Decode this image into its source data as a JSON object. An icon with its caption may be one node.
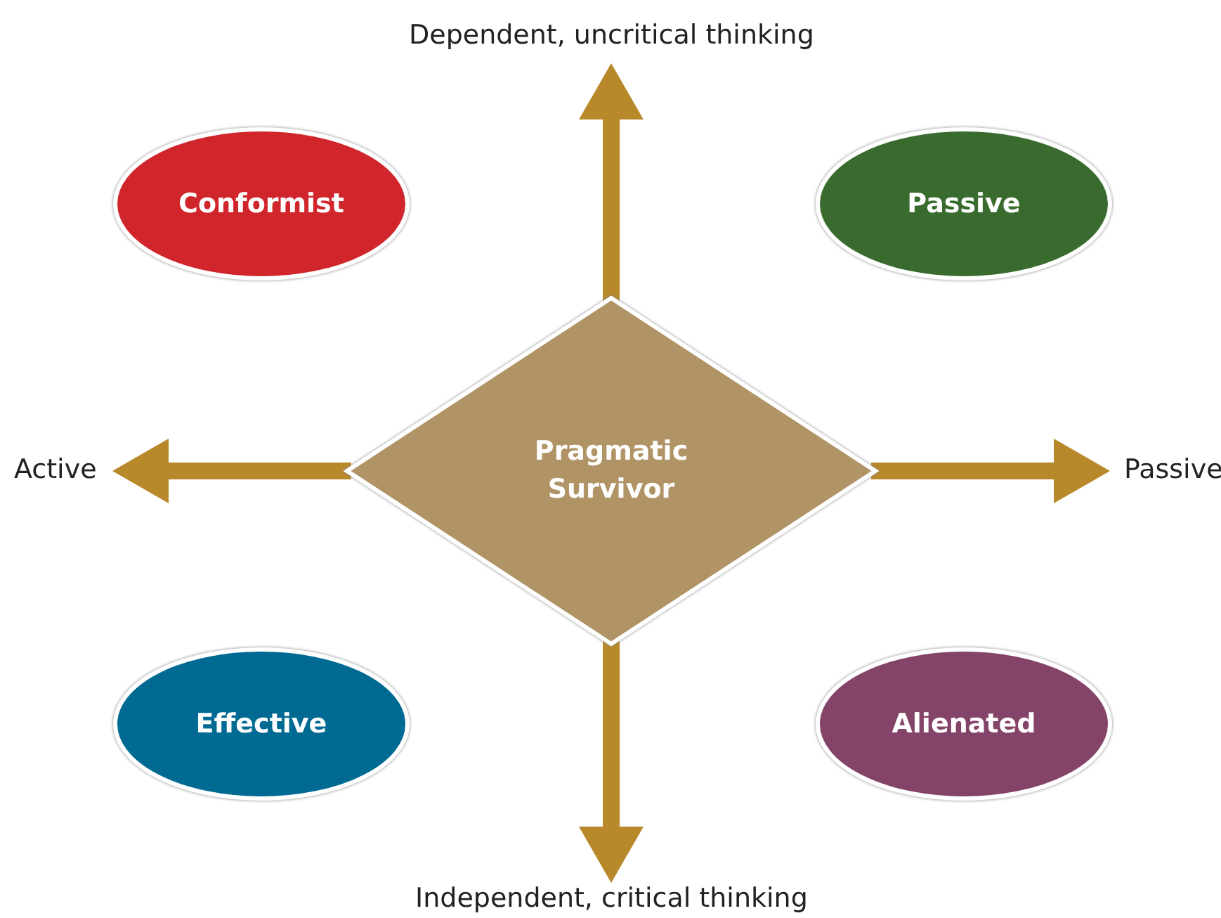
{
  "diagram": {
    "nodes": [
      {
        "text": [
          "Conformist"
        ]
      },
      {
        "text": [
          "Passive"
        ]
      },
      {
        "text": [
          "Pragmatic Survivor"
        ]
      },
      {
        "text": [
          "Effective"
        ]
      },
      {
        "text": [
          "Alienated"
        ]
      }
    ],
    "labels": [
      "Dependent, uncritical thinking",
      "Active",
      "Passive",
      "Independent, critical thinking"
    ]
  }
}
